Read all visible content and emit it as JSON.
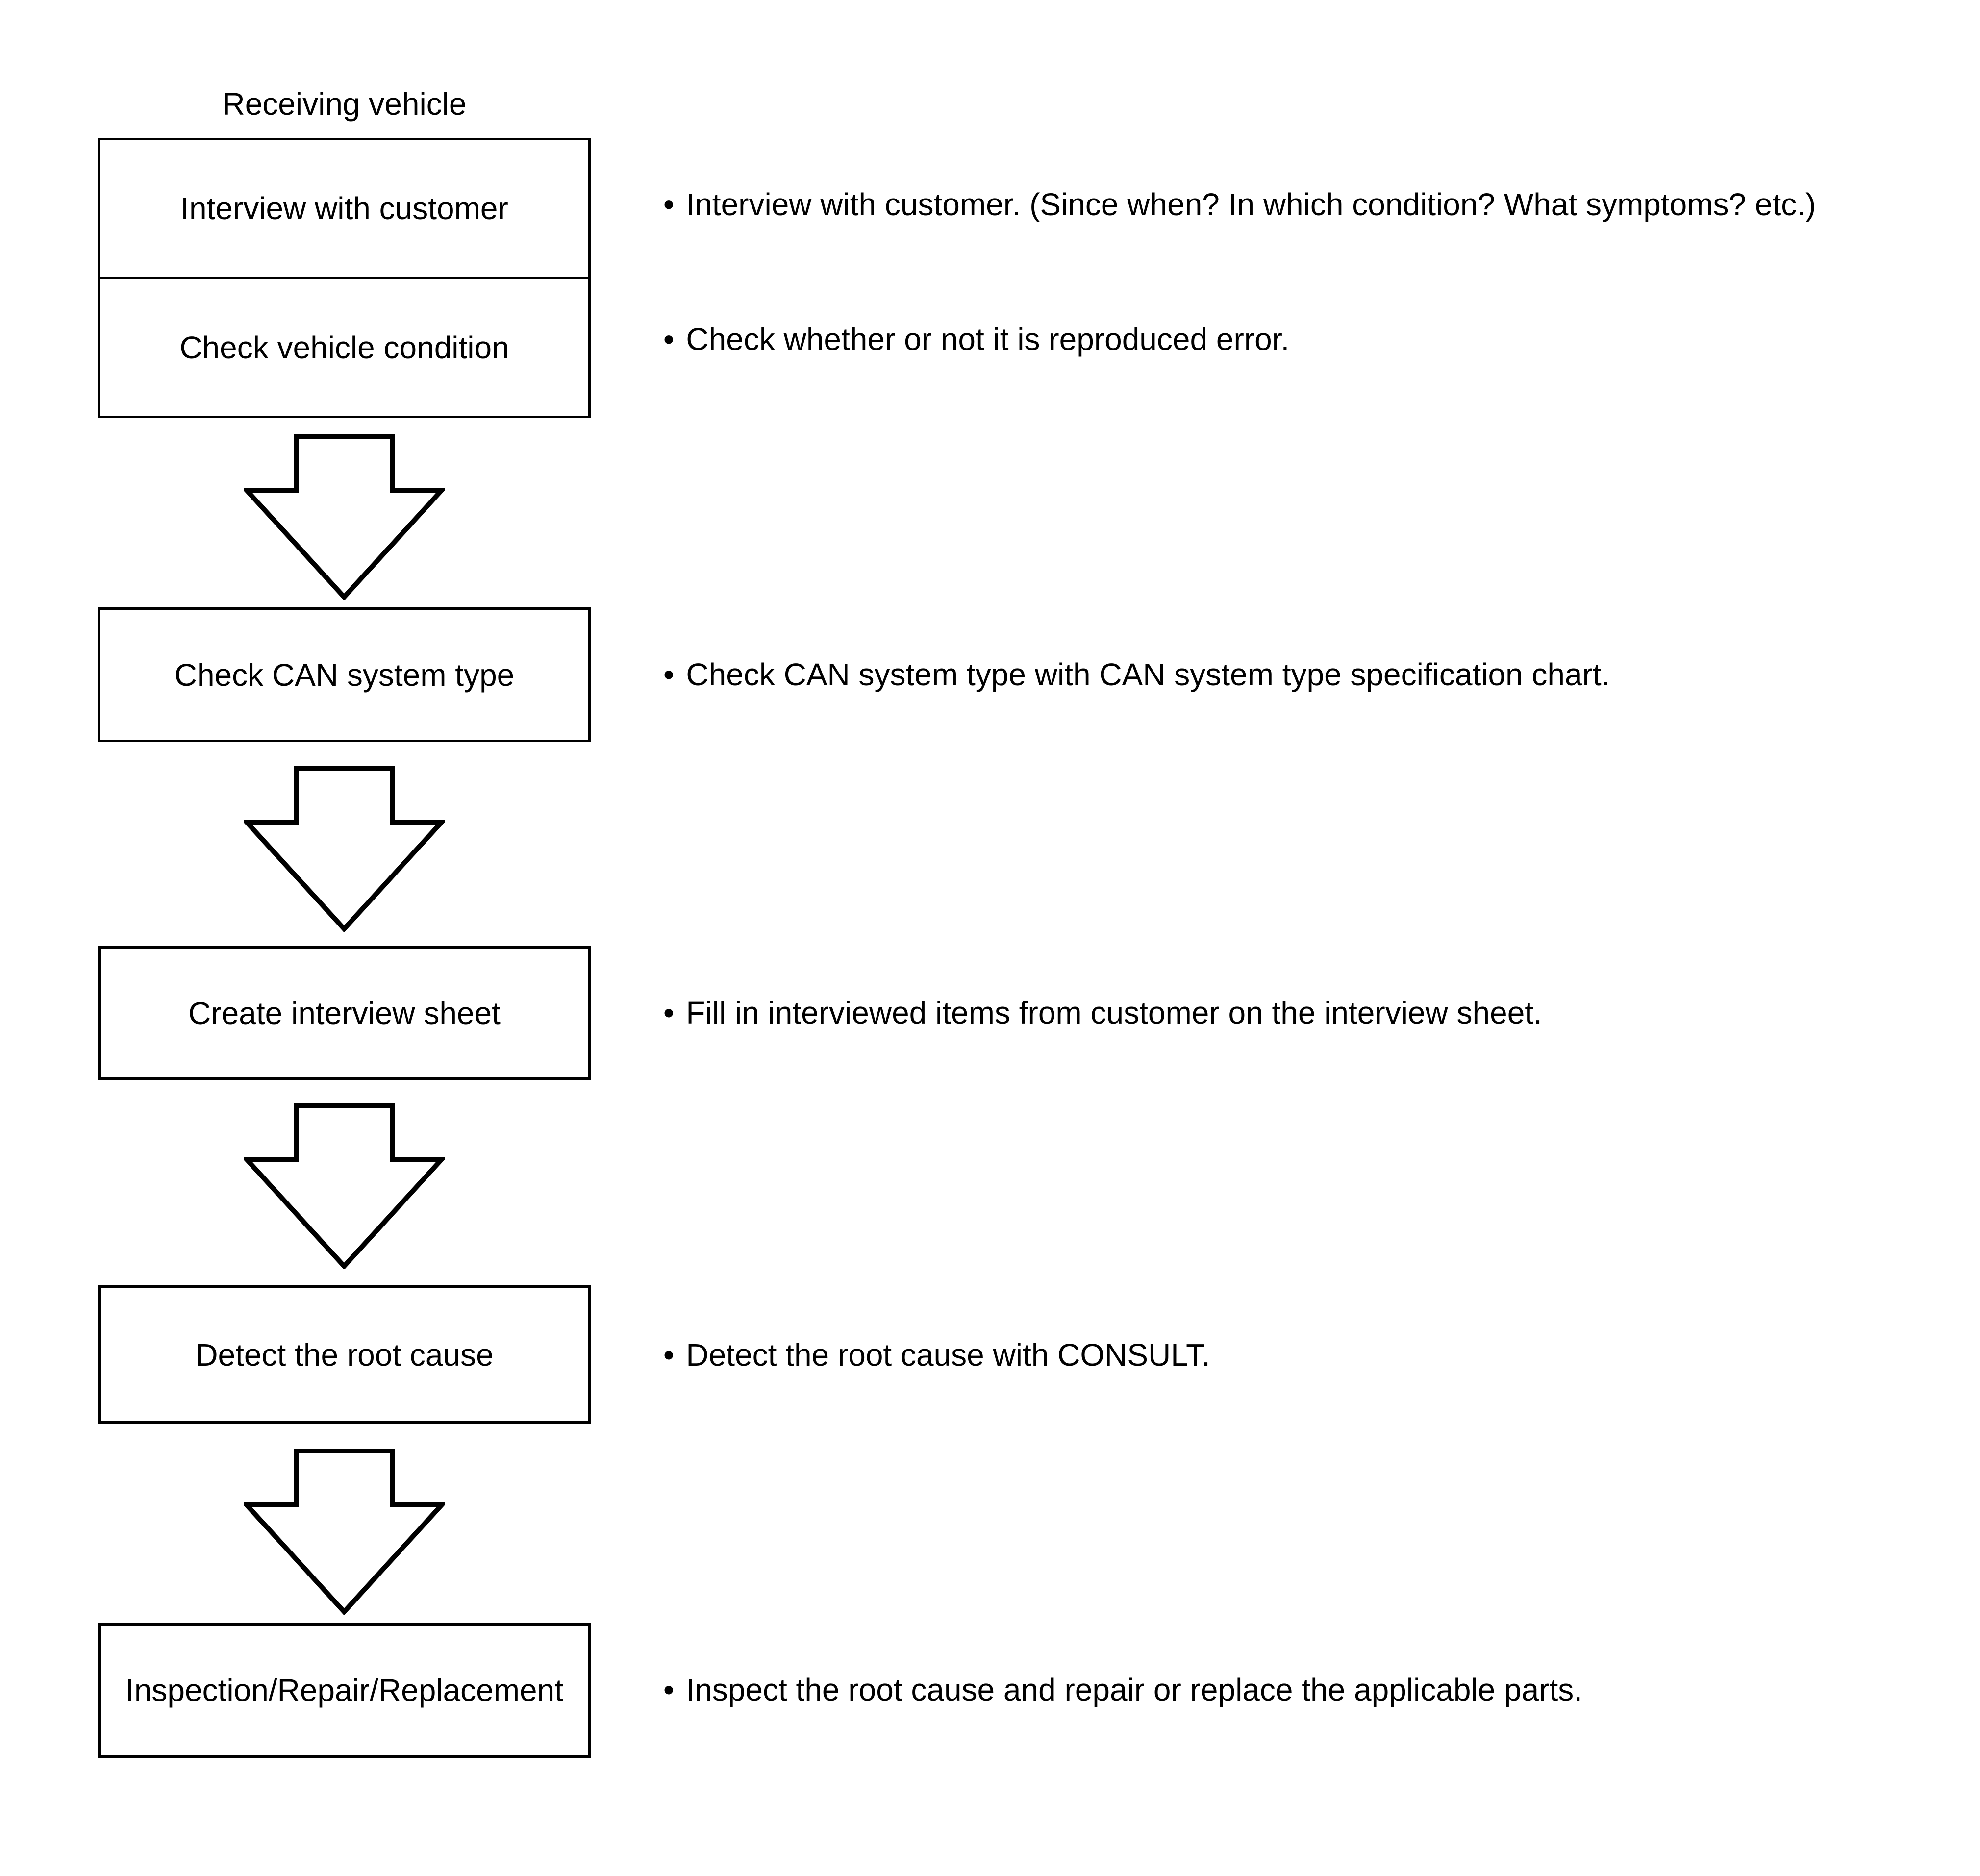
{
  "title": "Receiving vehicle",
  "bullet_char": "•",
  "steps": [
    {
      "box": "Interview with customer",
      "note": "Interview with customer. (Since when? In which condition? What symptoms? etc.)"
    },
    {
      "box": "Check vehicle condition",
      "note": "Check whether or not it is reproduced error."
    },
    {
      "box": "Check CAN system type",
      "note": "Check CAN system type with CAN system type specification chart."
    },
    {
      "box": "Create interview sheet",
      "note": "Fill in interviewed items from customer on the interview sheet."
    },
    {
      "box": "Detect the root cause",
      "note": "Detect the root cause with CONSULT."
    },
    {
      "box": "Inspection/Repair/Replacement",
      "note": "Inspect the root cause and repair or replace the applicable parts."
    }
  ],
  "colors": {
    "line": "#000000",
    "background": "#ffffff",
    "text": "#000000"
  }
}
